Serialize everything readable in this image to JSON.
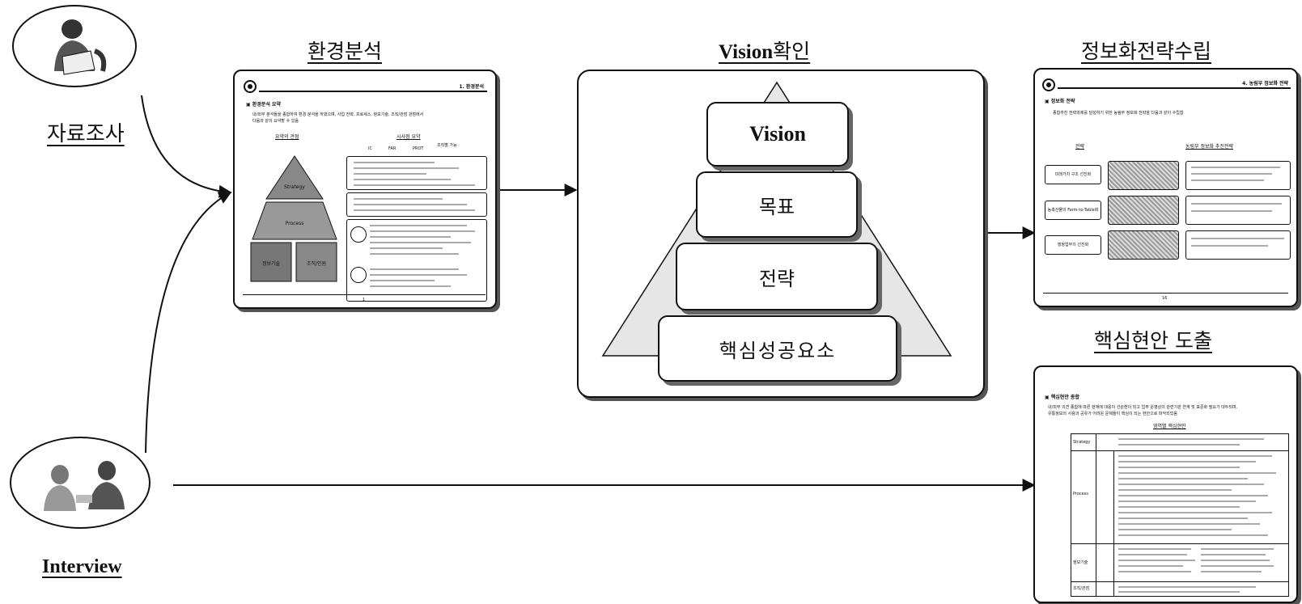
{
  "nodes": {
    "research": "자료조사",
    "interview": "Interview",
    "env": "환경분석",
    "vision_check": {
      "en": "Vision",
      "ko": "확인"
    },
    "strategy_plan": "정보화전략수립",
    "issues": "핵심현안 도출"
  },
  "pyramid": {
    "vision": "Vision",
    "goal": "목표",
    "strategy": "전략",
    "csf": "핵심성공요소"
  },
  "doc_env": {
    "section": "1. 환경분석",
    "heading": "▣ 환경분석 요약",
    "desc1": "내/외부 분석들을 종합하여 환경 분석을 하였으며, 사업 전략, 프로세스, 정보기술, 조직/관점 관점에서",
    "desc2": "다음과 같이 요약할 수 있음",
    "left_col": "요약의 관점",
    "right_col": "시사점 요약",
    "cols": [
      "IC",
      "FAR",
      "PROT",
      "조직별 가능"
    ],
    "pyr_labels": [
      "Strategy",
      "Process",
      "정보기술",
      "조직/인원"
    ],
    "page": "1"
  },
  "doc_strategy": {
    "section": "4. 농림부 정보화 전략",
    "heading": "▣ 정보화 전략",
    "desc": "종합추진 전략과제를 달성하기 위한 농림부 정보화 전략을 다음과 같이 수립함",
    "col1": "전략",
    "col2": "농림부 정보화 추진전략",
    "rows": [
      "미래가치 구조 선진화",
      "농축산물의 Farm-to-Table화",
      "행정업무의 선진화"
    ],
    "page": "16"
  },
  "doc_issues": {
    "heading": "▣ 핵심현안 종합",
    "desc1": "내/외부 의견 종합에 따른 현재에 대응이 선순환이 되고 업무 운영상의 관련기관 연계 및 표준화 필요가 대두되며,",
    "desc2": "유통정보의 사용과 공유가 어려운 문제들이 핵심이 되는 현안으로 파악되었음",
    "table_title": "영역별 핵심현안",
    "rows": [
      "Strategy",
      "Process",
      "정보기술",
      "조직/관점"
    ]
  }
}
